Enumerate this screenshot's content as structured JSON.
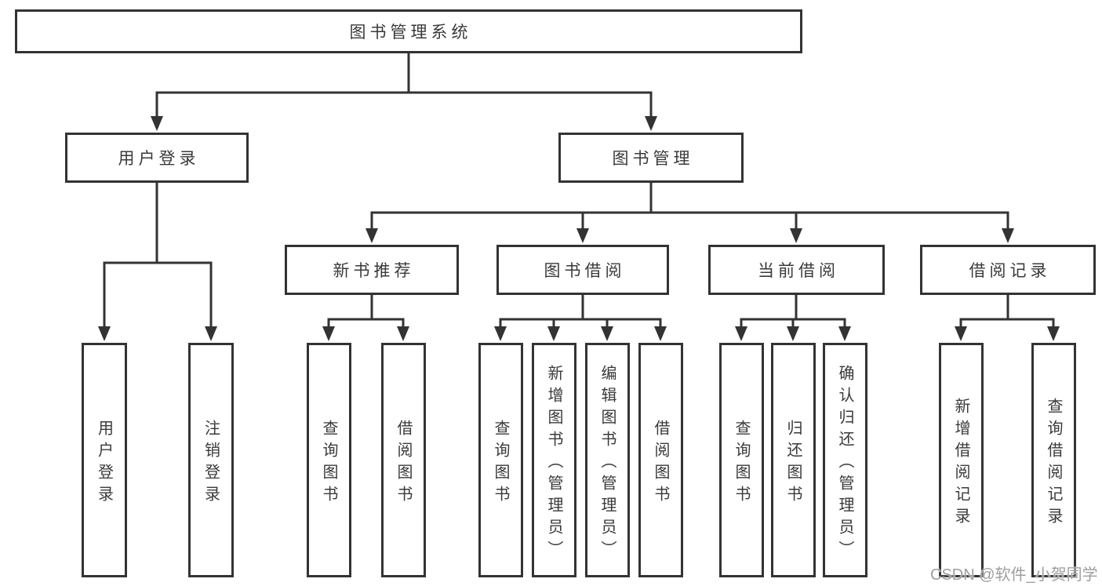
{
  "diagram": {
    "tree": {
      "label": "图书管理系统",
      "children": [
        {
          "label": "用户登录",
          "children": [
            {
              "label": "用户登录"
            },
            {
              "label": "注销登录"
            }
          ]
        },
        {
          "label": "图书管理",
          "children": [
            {
              "label": "新书推荐",
              "children": [
                {
                  "label": "查询图书"
                },
                {
                  "label": "借阅图书"
                }
              ]
            },
            {
              "label": "图书借阅",
              "children": [
                {
                  "label": "查询图书"
                },
                {
                  "label": "新增图书（管理员）"
                },
                {
                  "label": "编辑图书（管理员）"
                },
                {
                  "label": "借阅图书"
                }
              ]
            },
            {
              "label": "当前借阅",
              "children": [
                {
                  "label": "查询图书"
                },
                {
                  "label": "归还图书"
                },
                {
                  "label": "确认归还（管理员）"
                }
              ]
            },
            {
              "label": "借阅记录",
              "children": [
                {
                  "label": "新增借阅记录"
                },
                {
                  "label": "查询借阅记录"
                }
              ]
            }
          ]
        }
      ]
    }
  },
  "watermark": {
    "text": "CSDN @软件_小贺同学"
  },
  "colors": {
    "line": "#333333",
    "border": "#333333",
    "text": "#3a3a3a",
    "watermark": "#9e9e9e",
    "background": "#ffffff"
  }
}
